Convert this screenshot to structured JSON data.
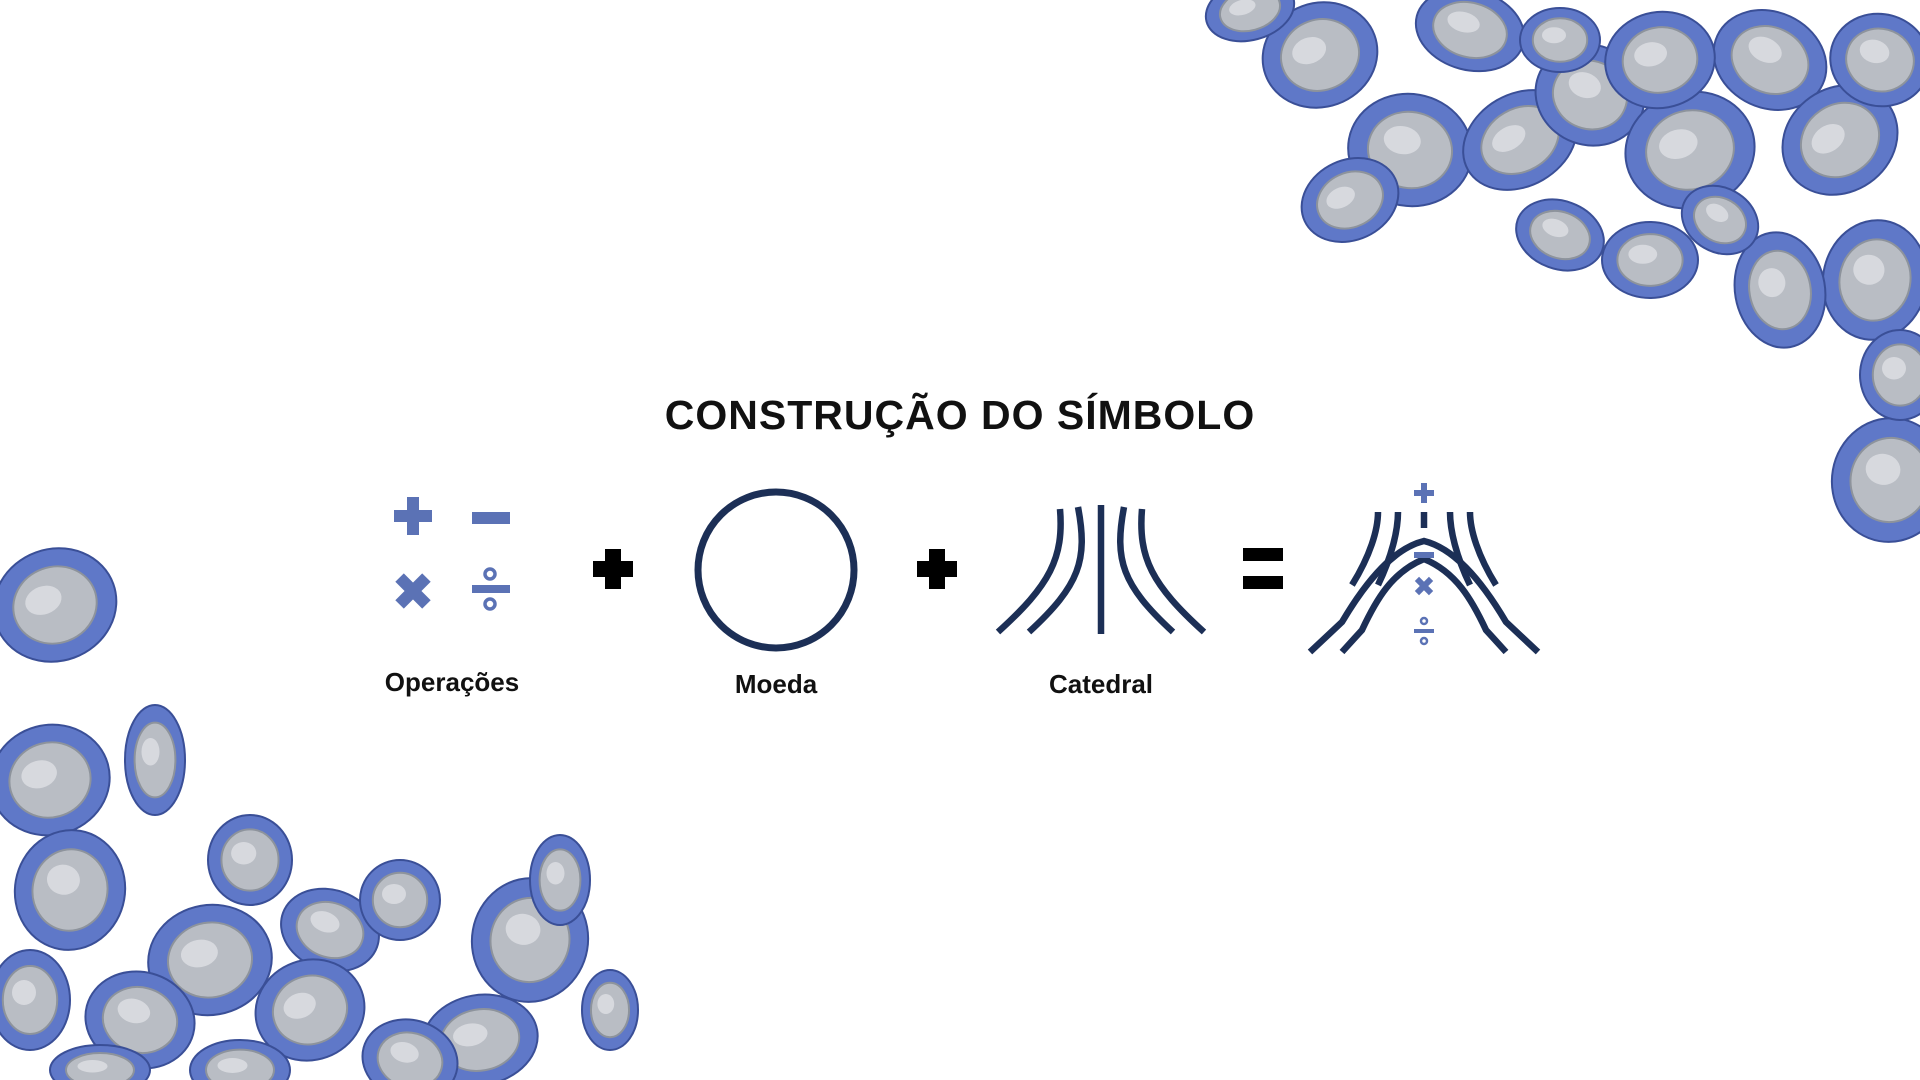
{
  "title": "CONSTRUÇÃO DO SÍMBOLO",
  "components": [
    {
      "label": "Operações",
      "icon": "math-operations-icon"
    },
    {
      "label": "Moeda",
      "icon": "coin-circle-icon"
    },
    {
      "label": "Catedral",
      "icon": "cathedral-lines-icon"
    }
  ],
  "result": {
    "icon": "combined-symbol-icon"
  },
  "colors": {
    "operations": "#5b72b5",
    "navy": "#1c2f56",
    "text": "#111111",
    "coin_ring": "#5f78c8",
    "coin_center": "#b9bdc4"
  },
  "background": {
    "icon": "falling-coins-icon"
  }
}
